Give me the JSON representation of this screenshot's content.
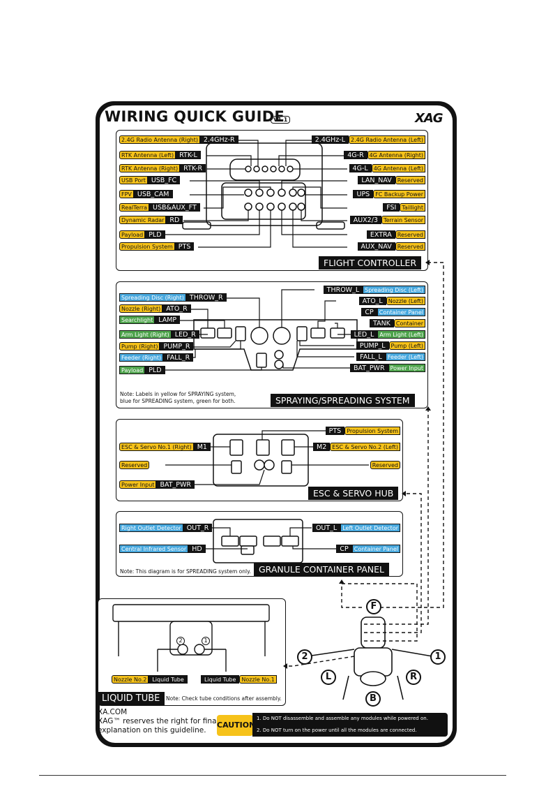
{
  "header": {
    "title": "WIRING QUICK GUIDE",
    "version": "V1.1",
    "brand": "XAG"
  },
  "flight_controller": {
    "title": "FLIGHT CONTROLLER",
    "left": [
      {
        "desc": "2.4G Radio Antenna (Right)",
        "port": "2.4GHz-R"
      },
      {
        "desc": "RTK Antenna (Left)",
        "port": "RTK-L"
      },
      {
        "desc": "RTK Antenna (Right)",
        "port": "RTK-R"
      },
      {
        "desc": "USB Port",
        "port": "USB_FC"
      },
      {
        "desc": "FPV",
        "port": "USB_CAM"
      },
      {
        "desc": "RealTerra",
        "port": "USB&AUX_FT"
      },
      {
        "desc": "Dynamic Radar",
        "port": "RD"
      },
      {
        "desc": "Payload",
        "port": "PLD"
      },
      {
        "desc": "Propulsion System",
        "port": "PTS"
      }
    ],
    "right": [
      {
        "port": "2.4GHz-L",
        "desc": "2.4G Radio Antenna (Left)"
      },
      {
        "port": "4G-R",
        "desc": "4G Antenna (Right)"
      },
      {
        "port": "4G-L",
        "desc": "4G Antenna (Left)"
      },
      {
        "port": "LAN_NAV",
        "desc": "Reserved"
      },
      {
        "port": "UPS",
        "desc": "FC Backup Power"
      },
      {
        "port": "FSI",
        "desc": "Taillight"
      },
      {
        "port": "AUX2/3",
        "desc": "Terrain Sensor"
      },
      {
        "port": "EXTRA",
        "desc": "Reserved"
      },
      {
        "port": "AUX_NAV",
        "desc": "Reserved"
      }
    ]
  },
  "spraying": {
    "title": "SPRAYING/SPREADING SYSTEM",
    "note1": "Note: Labels in yellow for SPRAYING system,",
    "note2": "blue for SPREADING system, green for both.",
    "left": [
      {
        "desc": "Spreading Disc (Right)",
        "port": "THROW_R"
      },
      {
        "desc": "Nozzle (Right)",
        "port": "ATO_R"
      },
      {
        "desc": "Searchlight",
        "port": "LAMP"
      },
      {
        "desc": "Arm Light (Right)",
        "port": "LED_R"
      },
      {
        "desc": "Pump (Right)",
        "port": "PUMP_R"
      },
      {
        "desc": "Feeder (Right)",
        "port": "FALL_R"
      },
      {
        "desc": "Payload",
        "port": "PLD"
      }
    ],
    "right": [
      {
        "port": "THROW_L",
        "desc": "Spreading Disc (Left)"
      },
      {
        "port": "ATO_L",
        "desc": "Nozzle (Left)"
      },
      {
        "port": "CP",
        "desc": "Container Panel"
      },
      {
        "port": "TANK",
        "desc": "Container"
      },
      {
        "port": "LED_L",
        "desc": "Arm Light (Left)"
      },
      {
        "port": "PUMP_L",
        "desc": "Pump (Left)"
      },
      {
        "port": "FALL_L",
        "desc": "Feeder (Left)"
      },
      {
        "port": "BAT_PWR",
        "desc": "Power Input"
      }
    ]
  },
  "esc": {
    "title": "ESC & SERVO HUB",
    "left": [
      {
        "desc": "ESC & Servo No.1 (Right)",
        "port": "M1"
      },
      {
        "desc": "Reserved",
        "port": ""
      },
      {
        "desc": "Power Input",
        "port": "BAT_PWR"
      }
    ],
    "right": [
      {
        "port": "PTS",
        "desc": "Propulsion System"
      },
      {
        "port": "M2",
        "desc": "ESC & Servo No.2 (Left)"
      },
      {
        "port": "",
        "desc": "Reserved"
      }
    ]
  },
  "granule": {
    "title": "GRANULE CONTAINER PANEL",
    "note": "Note: This diagram is for SPREADING system only.",
    "left": [
      {
        "desc": "Right Outlet Detector",
        "port": "OUT_R"
      },
      {
        "desc": "Central Infrared Sensor",
        "port": "HD"
      }
    ],
    "right": [
      {
        "port": "OUT_L",
        "desc": "Left Outlet Detector"
      },
      {
        "port": "CP",
        "desc": "Container Panel"
      }
    ]
  },
  "liquid": {
    "title": "LIQUID TUBE",
    "note": "Note: Check tube conditions after assembly.",
    "left": {
      "desc": "Nozzle No.2",
      "tube": "Liquid Tube"
    },
    "right": {
      "tube": "Liquid Tube",
      "desc": "Nozzle No.1"
    },
    "marker1": "1",
    "marker2": "2"
  },
  "drone_markers": {
    "f": "F",
    "one": "1",
    "two": "2",
    "l": "L",
    "r": "R",
    "b": "B"
  },
  "footer": {
    "site": "XA.COM",
    "line1": "XAG™ reserves the right for final",
    "line2": "explanation on this guideline.",
    "caution": "CAUTION",
    "c1": "1. Do NOT disassemble and assemble any modules while powered on.",
    "c2": "2. Do NOT turn on the power until all the modules are connected."
  },
  "colors": {
    "yellow": "#f6c21a",
    "blue": "#47a8de",
    "green": "#4ea44c",
    "black": "#141414"
  }
}
